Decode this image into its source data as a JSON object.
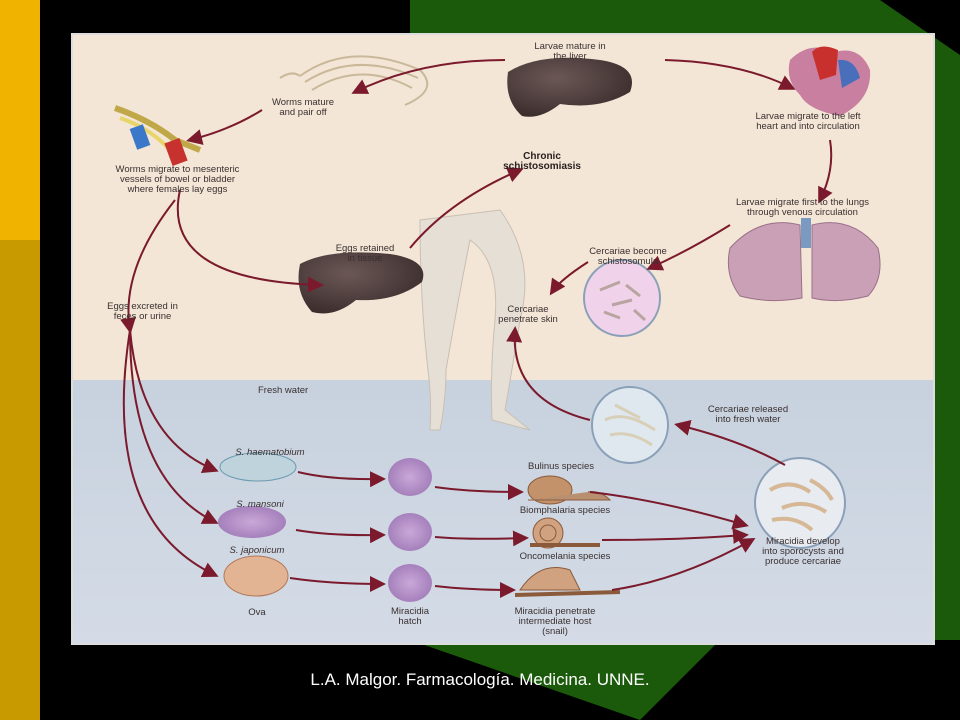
{
  "slide": {
    "caption": "L.A. Malgor. Farmacología. Medicina. UNNE.",
    "colors": {
      "background": "#000000",
      "left_bar_top": "#f0b400",
      "left_bar_bottom": "#c89a00",
      "green": "#1a5a0a",
      "figure_top": "#f1e4d3",
      "figure_bottom": "#c9d3e0",
      "arrow": "#7a1a2c"
    }
  },
  "figure": {
    "labels": {
      "larvae_liver": "Larvae mature in\nthe liver",
      "worms_mature": "Worms mature\nand pair off",
      "worms_migrate": "Worms migrate to mesenteric\nvessels of bowel or bladder\nwhere females lay eggs",
      "chronic": "Chronic\nschistosomiasis",
      "larvae_heart": "Larvae migrate to the left\nheart and into circulation",
      "larvae_lungs": "Larvae migrate first to the lungs\nthrough venous circulation",
      "eggs_retained": "Eggs retained\nin tissue",
      "cercariae_become": "Cercariae become\nschistosomula",
      "eggs_excreted": "Eggs excreted in\nfeces or urine",
      "cercariae_penetrate": "Cercariae\npenetrate skin",
      "fresh_water": "Fresh water",
      "cercariae_released": "Cercariae released\ninto fresh water",
      "s_haematobium": "S. haematobium",
      "s_mansoni": "S. mansoni",
      "s_japonicum": "S. japonicum",
      "bulinus": "Bulinus species",
      "biomphalaria": "Biomphalaria species",
      "oncomelania": "Oncomelania species",
      "miracidia_develop": "Miracidia develop\ninto sporocysts and\nproduce cercariae",
      "ova": "Ova",
      "miracidia_hatch": "Miracidia\nhatch",
      "miracidia_penetrate": "Miracidia penetrate\nintermediate host\n(snail)"
    }
  }
}
